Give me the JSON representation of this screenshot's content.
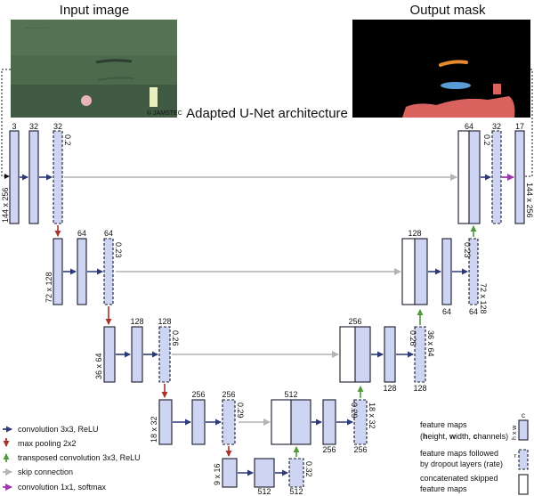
{
  "headers": {
    "input": "Input image",
    "output": "Output mask",
    "architecture": "Adapted U-Net architecture"
  },
  "images": {
    "input_watermark": "© JAMSTEC"
  },
  "colors": {
    "conv_arrow": "#2d3a7a",
    "pool_arrow": "#a8322c",
    "upconv_arrow": "#4f9a3c",
    "skip_arrow": "#b4b4b4",
    "final_arrow": "#9a3aa8",
    "block_fill": "#cdd5f2",
    "mask_orange": "#e8892e",
    "mask_blue": "#5b9bd5",
    "mask_red": "#d9625e"
  },
  "labels": {
    "c_3": "3",
    "c_32a": "32",
    "c_32b": "32",
    "r_02a": "0.2",
    "dim_144a": "144 x 256",
    "c_64a": "64",
    "c_64b": "64",
    "r_023a": "0.23",
    "dim_72a": "72 x 128",
    "c_128a": "128",
    "c_128b": "128",
    "r_026a": "0.26",
    "dim_36a": "36 x 64",
    "c_256a": "256",
    "c_256b": "256",
    "r_029a": "0.29",
    "dim_18a": "18 x 32",
    "dim_9": "9 x 16",
    "c_512a": "512",
    "c_512b": "512",
    "r_032": "0.32",
    "c_512up": "512",
    "c_256r1": "256",
    "r_029b": "0.29",
    "c_256r2": "256",
    "dim_18b": "18 x 32",
    "c_256up": "256",
    "c_128r1": "128",
    "r_026b": "0.26",
    "c_128r2": "128",
    "dim_36b": "36 x 64",
    "c_128up": "128",
    "c_64r1": "64",
    "r_023b": "0.23",
    "c_64r2": "64",
    "dim_72b": "72 x 128",
    "c_64up": "64",
    "r_02b": "0.2",
    "c_32r": "32",
    "c_17": "17",
    "dim_144b": "144 x 256"
  },
  "legend": {
    "conv": "convolution 3x3, ReLU",
    "pool": "max pooling 2x2",
    "upconv": "transposed convolution 3x3, ReLU",
    "skip": "skip connection",
    "final": "convolution 1x1, softmax",
    "fm_line1": "feature maps",
    "fm_line2_pre": "(",
    "fm_h": "h",
    "fm_eight": "eight, ",
    "fm_w": "w",
    "fm_idth": "idth, ",
    "fm_c": "c",
    "fm_hannels": "hannels)",
    "fm_sym_c": "c",
    "fm_sym_hw": "h x w",
    "drop_line1": "feature maps followed",
    "drop_line2": "by dropout layers (rate)",
    "drop_sym_r": "r",
    "concat_line1": "concatenated skipped",
    "concat_line2": "feature maps"
  }
}
